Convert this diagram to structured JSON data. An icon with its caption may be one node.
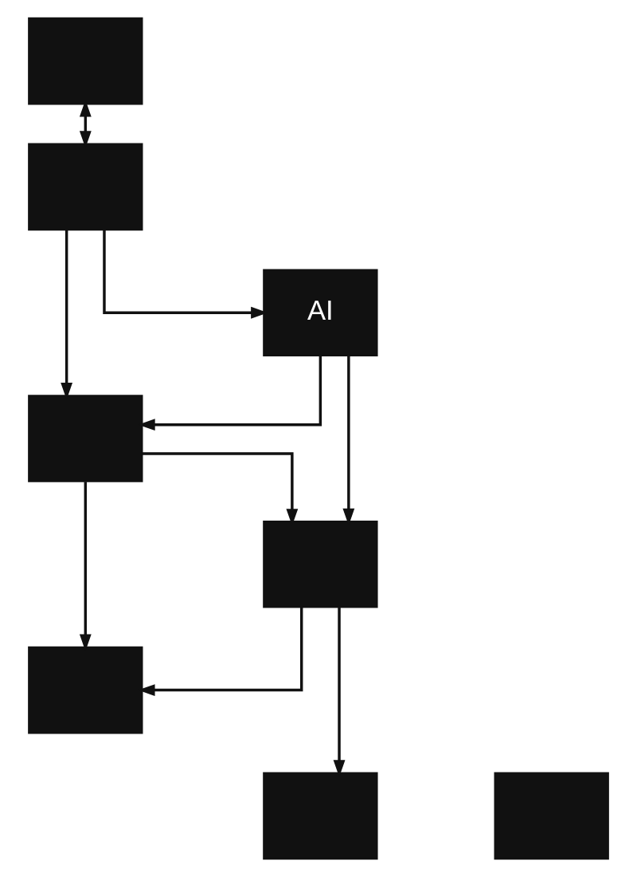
{
  "diagram": {
    "nodes": [
      {
        "text": [],
        "shape": "box"
      },
      {
        "text": [],
        "shape": "box"
      },
      {
        "text": [
          "AI"
        ]
      },
      {
        "text": [],
        "shape": "box"
      },
      {
        "text": [],
        "shape": "box"
      },
      {
        "text": [],
        "shape": "box"
      },
      {
        "text": [],
        "shape": "box"
      },
      {
        "text": [],
        "shape": "box"
      }
    ],
    "edges": [
      {
        "from": 0,
        "to": 1,
        "arrow": "both"
      },
      {
        "from": 1,
        "to": 2,
        "arrow": "to"
      },
      {
        "from": 1,
        "to": 3,
        "arrow": "to"
      },
      {
        "from": 2,
        "to": 3,
        "arrow": "to"
      },
      {
        "from": 2,
        "to": 4,
        "arrow": "to"
      },
      {
        "from": 3,
        "to": 4,
        "arrow": "to"
      },
      {
        "from": 3,
        "to": 5,
        "arrow": "to"
      },
      {
        "from": 4,
        "to": 5,
        "arrow": "to"
      },
      {
        "from": 4,
        "to": 6,
        "arrow": "to"
      }
    ]
  }
}
